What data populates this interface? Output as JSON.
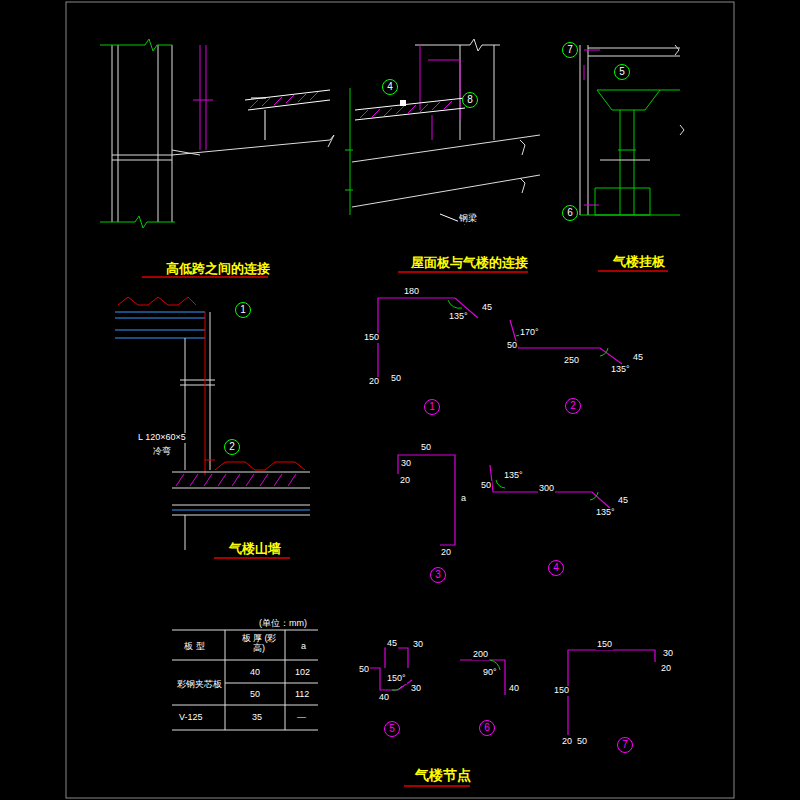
{
  "diagram": {
    "title": "气楼节点",
    "nodes": [
      {
        "text": [
          "4"
        ]
      },
      {
        "text": [
          "8"
        ]
      },
      {
        "text": [
          "7"
        ]
      },
      {
        "text": [
          "5"
        ]
      },
      {
        "text": [
          "6"
        ]
      },
      {
        "text": [
          "1"
        ]
      },
      {
        "text": [
          "2"
        ]
      },
      {
        "text": [
          "1"
        ]
      },
      {
        "text": [
          "2"
        ]
      },
      {
        "text": [
          "3"
        ]
      },
      {
        "text": [
          "4"
        ]
      },
      {
        "text": [
          "5"
        ]
      },
      {
        "text": [
          "6"
        ]
      },
      {
        "text": [
          "7"
        ]
      }
    ],
    "labels": [
      "高低跨之间的连接",
      "屋面板与气楼的连接",
      "气楼挂板",
      "钢梁",
      "气楼山墙",
      "L 120×60×5",
      "冷弯",
      "180",
      "45",
      "135°",
      "150",
      "20",
      "50",
      "170°",
      "50",
      "250",
      "135°",
      "45",
      "50",
      "30",
      "20",
      "a",
      "20",
      "50",
      "135°",
      "300",
      "135°",
      "45",
      "45",
      "30",
      "50",
      "150°",
      "40",
      "30",
      "200",
      "90°",
      "40",
      "150",
      "20",
      "30",
      "150",
      "20",
      "50",
      "(单位：mm)",
      "板 型",
      "板 厚 (彩高)",
      "a",
      "彩钢夹芯板",
      "40",
      "102",
      "50",
      "112",
      "V-125",
      "35",
      "—"
    ]
  }
}
